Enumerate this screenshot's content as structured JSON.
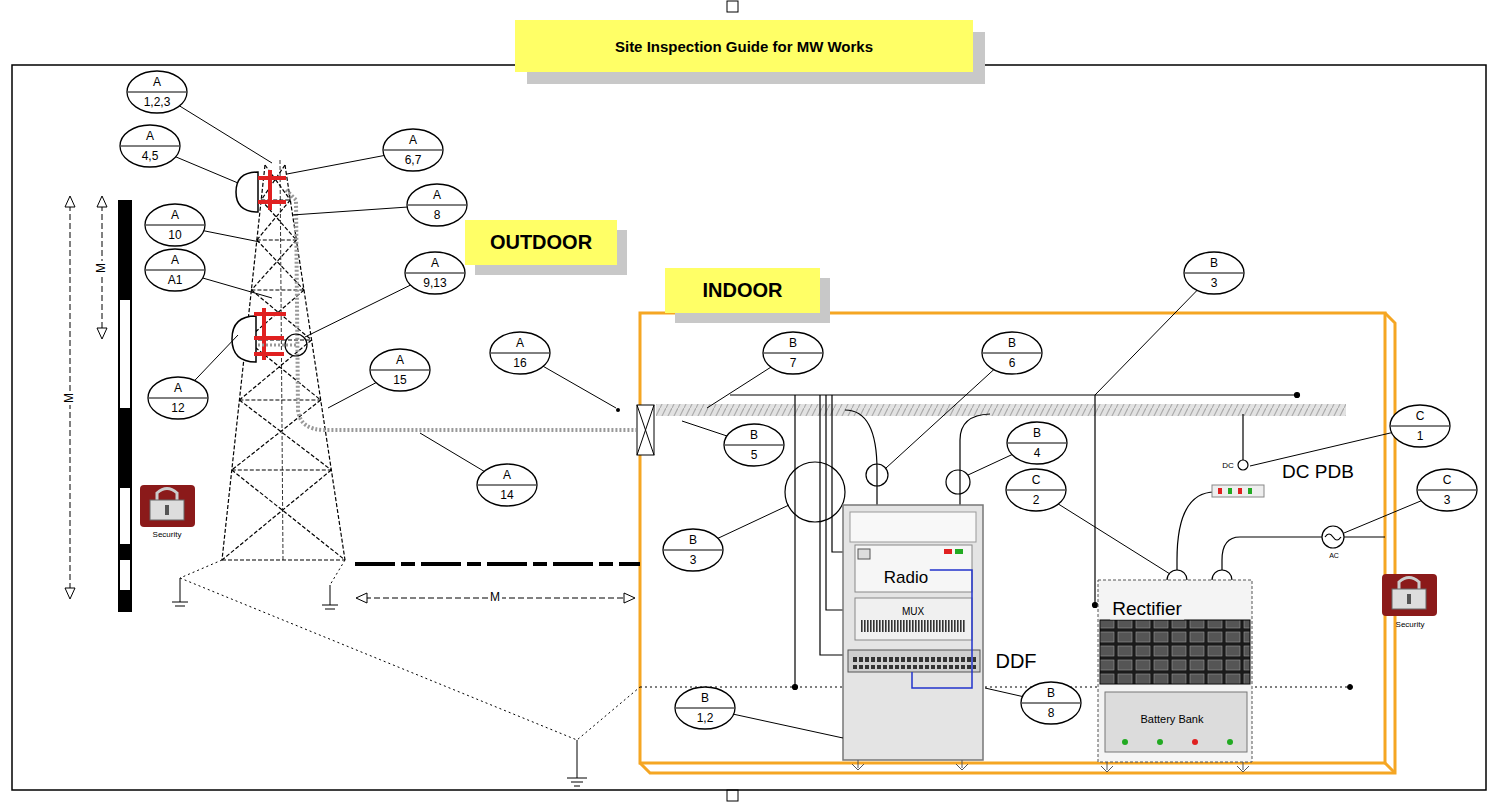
{
  "diagram": {
    "title": "Site Inspection Guide for MW Works",
    "nodes": [
      {
        "text": [
          "OUTDOOR"
        ]
      },
      {
        "text": [
          "INDOOR"
        ]
      },
      {
        "text": [
          "A",
          "1,2,3"
        ]
      },
      {
        "text": [
          "A",
          "4,5"
        ]
      },
      {
        "text": [
          "A",
          "6,7"
        ]
      },
      {
        "text": [
          "A",
          "8"
        ]
      },
      {
        "text": [
          "A",
          "10"
        ]
      },
      {
        "text": [
          "A",
          "A1"
        ]
      },
      {
        "text": [
          "A",
          "9,13"
        ]
      },
      {
        "text": [
          "A",
          "12"
        ]
      },
      {
        "text": [
          "A",
          "15"
        ]
      },
      {
        "text": [
          "A",
          "16"
        ]
      },
      {
        "text": [
          "A",
          "14"
        ]
      },
      {
        "text": [
          "B",
          "3"
        ]
      },
      {
        "text": [
          "B",
          "7"
        ]
      },
      {
        "text": [
          "B",
          "6"
        ]
      },
      {
        "text": [
          "B",
          "5"
        ]
      },
      {
        "text": [
          "B",
          "4"
        ]
      },
      {
        "text": [
          "C",
          "2"
        ]
      },
      {
        "text": [
          "C",
          "1"
        ]
      },
      {
        "text": [
          "C",
          "3"
        ]
      },
      {
        "text": [
          "B",
          "3"
        ]
      },
      {
        "text": [
          "B",
          "1,2"
        ]
      },
      {
        "text": [
          "B",
          "8"
        ]
      }
    ],
    "labels": [
      "M",
      "M",
      "M",
      "Security",
      "Radio",
      "MUX",
      "DDF",
      "Rectifier",
      "Battery Bank",
      "DC PDB",
      "DC",
      "AC",
      "Security"
    ]
  }
}
